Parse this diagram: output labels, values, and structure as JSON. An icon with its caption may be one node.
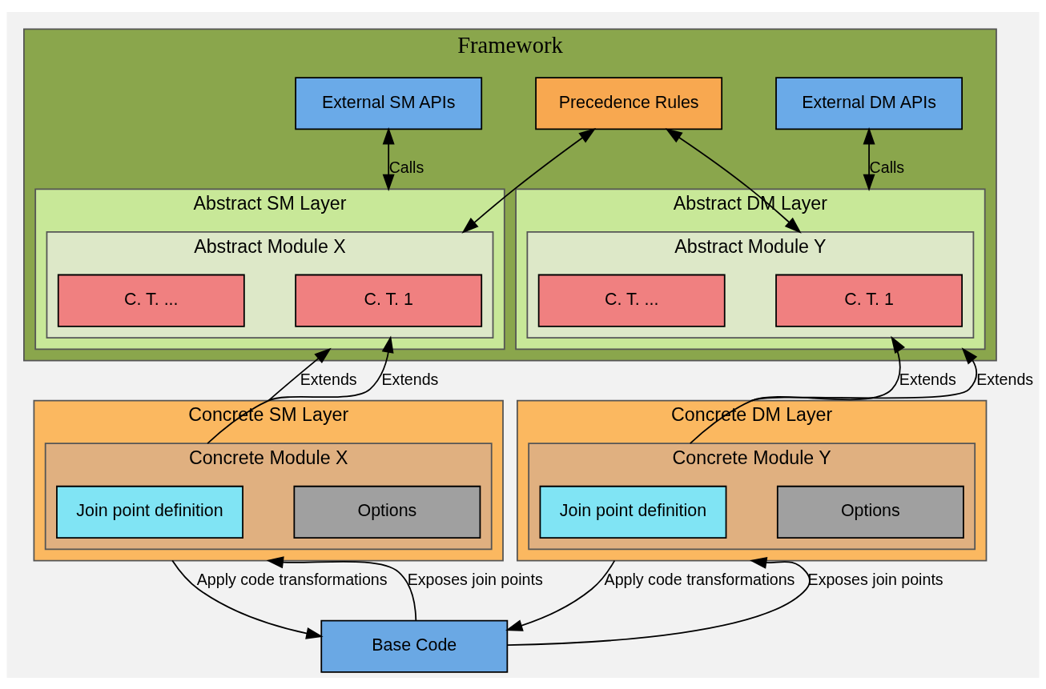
{
  "diagram": {
    "nodes": [
      {
        "text": [
          "Framework"
        ]
      },
      {
        "text": [
          "External SM APIs"
        ],
        "in": 0
      },
      {
        "text": [
          "External DM APIs"
        ],
        "in": 0
      },
      {
        "text": [
          "Abstract SM Layer"
        ],
        "in": 0
      },
      {
        "text": [
          "Abstract Module X"
        ],
        "in": 3
      },
      {
        "text": [
          "C. T. 1"
        ],
        "in": 4
      },
      {
        "text": [
          "C. T. ..."
        ],
        "in": 4
      },
      {
        "text": [
          "Precedence Rules"
        ],
        "in": 0
      },
      {
        "text": [
          "Abstract DM Layer"
        ],
        "in": 0
      },
      {
        "text": [
          "Abstract Module Y"
        ],
        "in": 8
      },
      {
        "text": [
          "C. T. 1"
        ],
        "in": 9
      },
      {
        "text": [
          "C. T. ..."
        ],
        "in": 9
      },
      {
        "text": [
          "Concrete SM Layer"
        ]
      },
      {
        "text": [
          "Concrete Module X"
        ],
        "in": 12
      },
      {
        "text": [
          "Join point definition"
        ],
        "in": 13
      },
      {
        "text": [
          "Options"
        ],
        "in": 13
      },
      {
        "text": [
          "Concrete DM Layer"
        ]
      },
      {
        "text": [
          "Concrete Module Y"
        ],
        "in": 16
      },
      {
        "text": [
          "Join point definition"
        ],
        "in": 17
      },
      {
        "text": [
          "Options"
        ],
        "in": 17
      },
      {
        "text": [
          "Base Code"
        ]
      }
    ],
    "edges": [
      {
        "from": 1,
        "to": 3,
        "arrow": "both",
        "label": "Calls"
      },
      {
        "from": 2,
        "to": 8,
        "arrow": "both",
        "label": "Calls"
      },
      {
        "from": 7,
        "to": 4,
        "arrow": "both"
      },
      {
        "from": 7,
        "to": 9,
        "arrow": "both"
      },
      {
        "from": 12,
        "to": 3,
        "arrow": "to",
        "label": "Extends"
      },
      {
        "from": 13,
        "to": 4,
        "arrow": "to",
        "label": "Extends"
      },
      {
        "from": 17,
        "to": 9,
        "arrow": "to",
        "label": "Extends"
      },
      {
        "from": 16,
        "to": 8,
        "arrow": "to",
        "label": "Extends"
      },
      {
        "from": 12,
        "to": 20,
        "arrow": "to",
        "label": "Apply code transformations"
      },
      {
        "from": 16,
        "to": 20,
        "arrow": "to",
        "label": "Apply code transformations"
      },
      {
        "from": 20,
        "to": 12,
        "arrow": "to",
        "label": "Exposes join points"
      },
      {
        "from": 20,
        "to": 16,
        "arrow": "to",
        "label": "Exposes join points"
      }
    ]
  }
}
